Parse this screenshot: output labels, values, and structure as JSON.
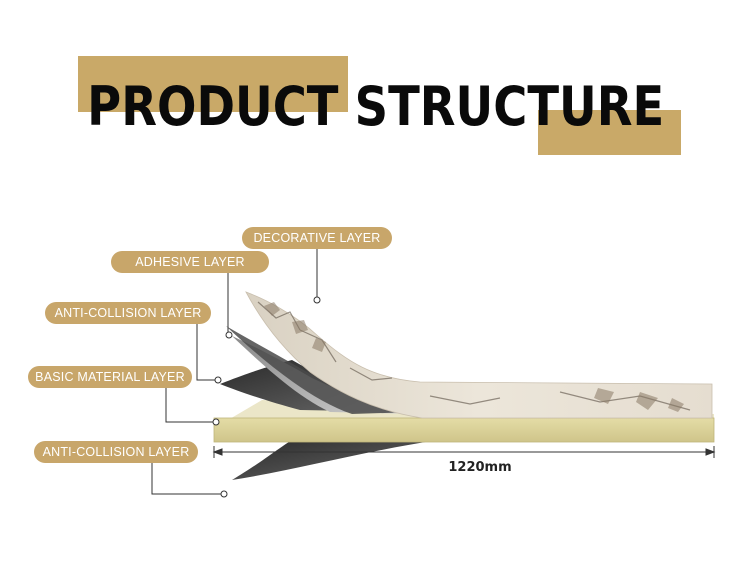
{
  "title": "PRODUCT STRUCTURE",
  "colors": {
    "accent": "#c8a66a",
    "base_layer": "#ddd49a",
    "dark_layer": "#3a3a3a"
  },
  "labels": {
    "decorative": "DECORATIVE LAYER",
    "adhesive": "ADHESIVE LAYER",
    "anti_collision_top": "ANTI-COLLISION LAYER",
    "basic_material": "BASIC MATERIAL LAYER",
    "anti_collision_bottom": "ANTI-COLLISION LAYER"
  },
  "dimension": "1220mm"
}
